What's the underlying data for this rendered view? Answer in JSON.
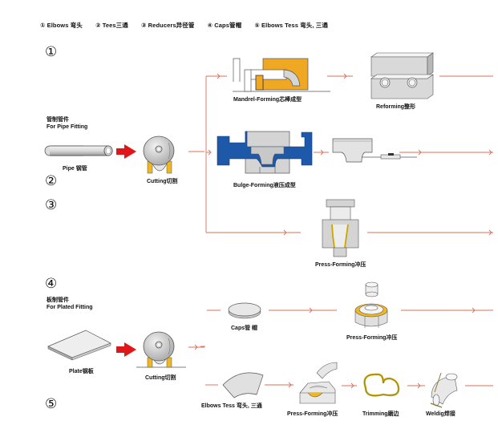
{
  "legend": {
    "items": [
      "① Elbows 弯头",
      "② Tees三通",
      "③ Reducers异径管",
      "④ Caps管帽",
      "⑤ Elbows  Tess 弯头, 三通"
    ]
  },
  "section_numbers": [
    "①",
    "②",
    "③",
    "④",
    "⑤"
  ],
  "pipe_section": {
    "title_cn": "管制管件",
    "title_en": "For Pipe Fitting",
    "pipe_label": "Pipe 钢管",
    "cutting_label": "Cutting切割",
    "steps": {
      "mandrel": "Mandrel-Forming芯棒成型",
      "reforming": "Reforming整形",
      "bulge": "Bulge-Forming液压成型",
      "press": "Press-Forming冲压"
    }
  },
  "plate_section": {
    "title_cn": "板制管件",
    "title_en": "For Plated Fitting",
    "plate_label": "Plate钢板",
    "cutting_label": "Cutting切割",
    "steps": {
      "caps": "Caps管 帽",
      "caps_press": "Press-Forming冲压",
      "elbows_tees": "Elbows  Tess 弯头, 三通",
      "press": "Press-Forming冲压",
      "trimming": "Trimming磨边",
      "welding": "Weldig焊接"
    }
  },
  "colors": {
    "flow_line": "#d9705a",
    "arrow_red": "#e0161b",
    "die_orange": "#f0a823",
    "die_blue": "#1d59a8",
    "metal_gray": "#d4d4d4",
    "yellow": "#e8c010"
  }
}
